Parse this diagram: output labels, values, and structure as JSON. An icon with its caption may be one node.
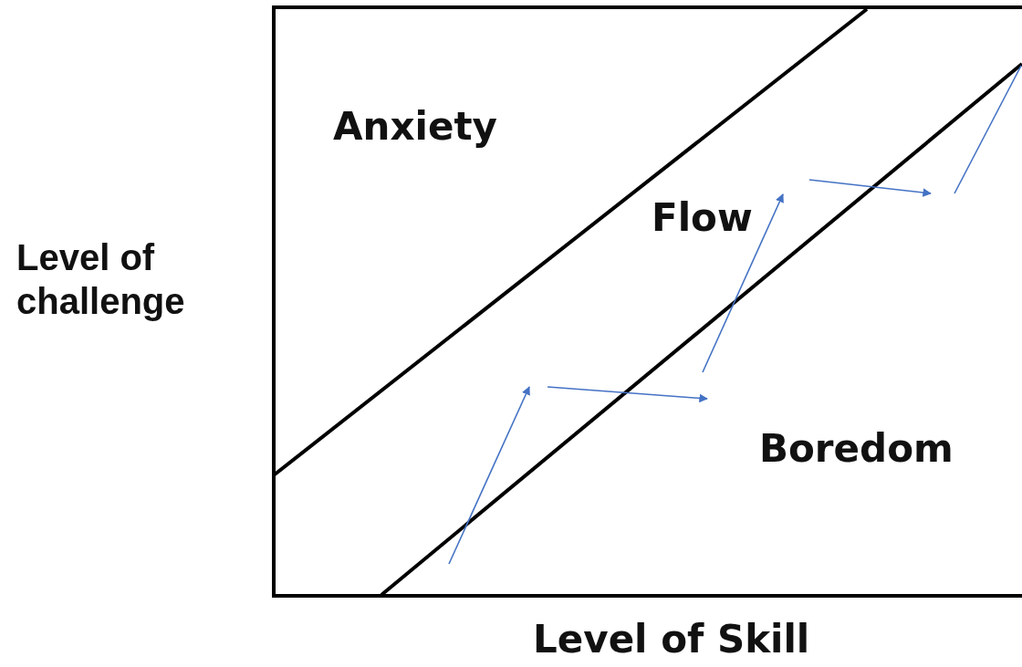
{
  "diagram": {
    "labels": [
      "Anxiety",
      "Flow",
      "Level of challenge",
      "Boredom",
      "Level of Skill"
    ]
  }
}
